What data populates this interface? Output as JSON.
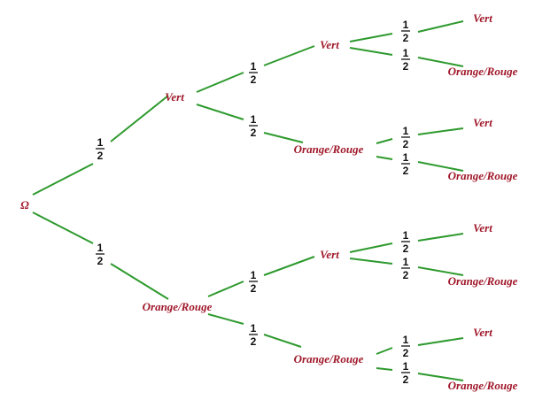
{
  "tree": {
    "root": "Ω",
    "level1": [
      "Vert",
      "Orange/Rouge"
    ],
    "level2": [
      "Vert",
      "Orange/Rouge",
      "Vert",
      "Orange/Rouge"
    ],
    "level3": [
      "Vert",
      "Orange/Rouge",
      "Vert",
      "Orange/Rouge",
      "Vert",
      "Orange/Rouge",
      "Vert",
      "Orange/Rouge"
    ],
    "probability": {
      "numerator": "1",
      "denominator": "2"
    },
    "colors": {
      "branch": "#2e9a2e",
      "node_text": "#a0182a",
      "probability_text": "#111111"
    }
  }
}
